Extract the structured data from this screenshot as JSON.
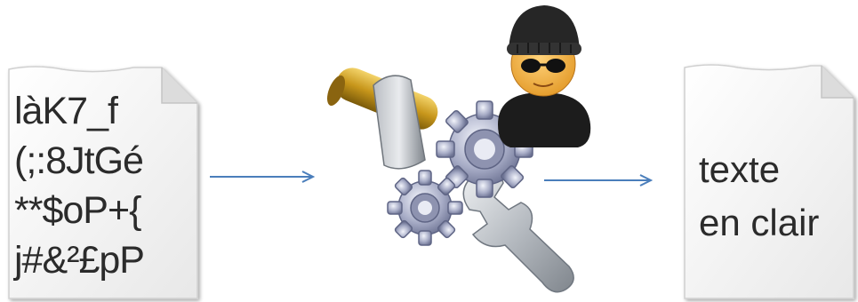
{
  "ciphertext_document": {
    "lines": [
      "làK7_f",
      "(;:8JtGé",
      "**$oP+{",
      "j#&²£pP"
    ]
  },
  "plaintext_document": {
    "lines": [
      "texte",
      "en clair"
    ]
  },
  "icons": {
    "cipher_doc": "document-icon",
    "tools": "hammer-gears-wrench-icon",
    "attacker": "masked-thief-icon",
    "plain_doc": "document-icon"
  },
  "colors": {
    "arrow": "#4a7ebb",
    "paper": "#f4f4f4",
    "text": "#2b2b2b"
  }
}
